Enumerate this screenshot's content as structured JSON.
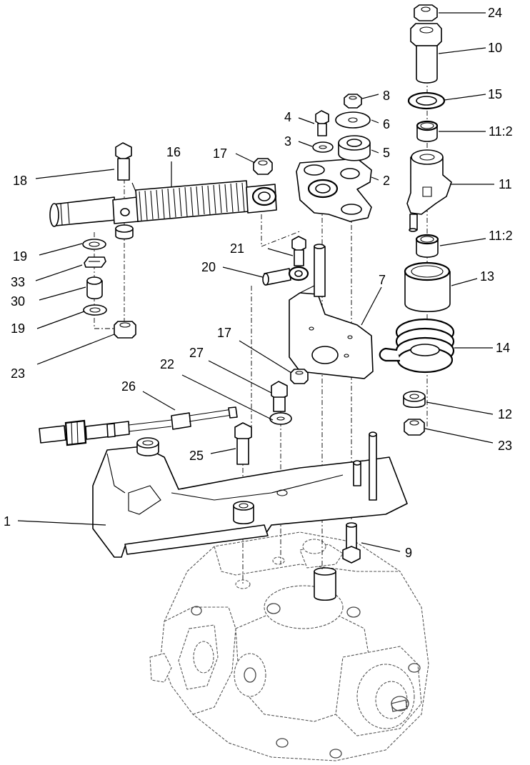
{
  "callouts": {
    "c24": "24",
    "c10": "10",
    "c8": "8",
    "c15": "15",
    "c4": "4",
    "c6": "6",
    "c11_2a": "11:2",
    "c3": "3",
    "c5": "5",
    "c16": "16",
    "c17a": "17",
    "c18": "18",
    "c2": "2",
    "c11": "11",
    "c19a": "19",
    "c21": "21",
    "c11_2b": "11:2",
    "c33": "33",
    "c20": "20",
    "c13": "13",
    "c7": "7",
    "c30": "30",
    "c19b": "19",
    "c14": "14",
    "c17b": "17",
    "c23a": "23",
    "c27": "27",
    "c22": "22",
    "c26": "26",
    "c12": "12",
    "c23b": "23",
    "c25": "25",
    "c1": "1",
    "c9": "9"
  }
}
